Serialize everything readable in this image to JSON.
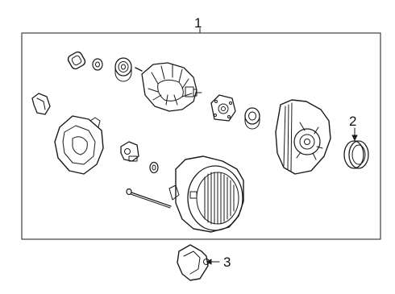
{
  "callouts": {
    "assembly": "1",
    "pulley_cover": "2",
    "bracket": "3"
  },
  "colors": {
    "line": "#1a1a1a",
    "background": "#ffffff"
  }
}
